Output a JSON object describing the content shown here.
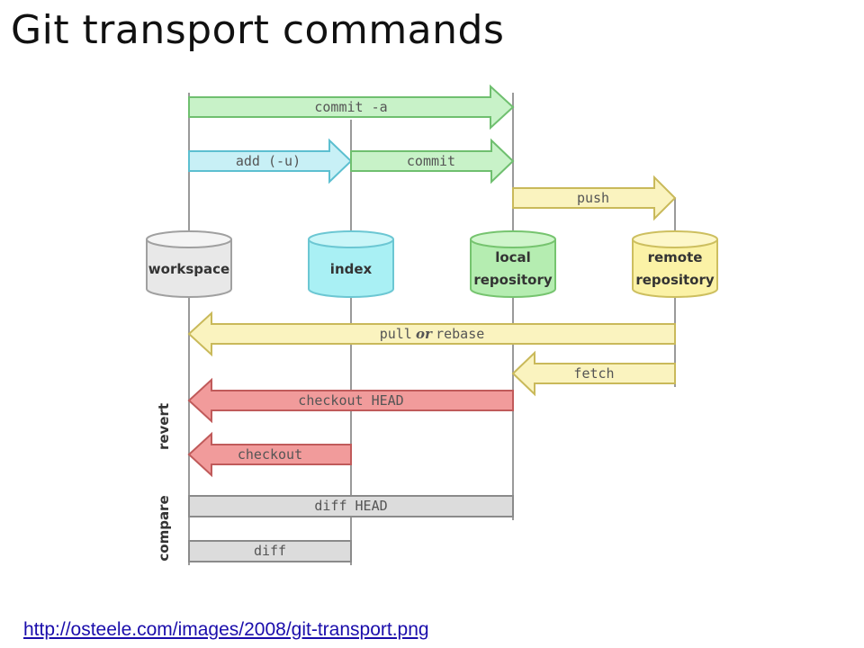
{
  "title": "Git transport commands",
  "link": "http://osteele.com/images/2008/git-transport.png",
  "colors": {
    "green": "#c8f2c8",
    "green_stroke": "#6fbf6f",
    "cyan": "#c8f0f6",
    "cyan_stroke": "#5cbfd0",
    "yellow": "#faf3bf",
    "yellow_stroke": "#c9b95a",
    "red": "#f19b9b",
    "red_stroke": "#c05a5a",
    "gray": "#dcdcdc",
    "gray_stroke": "#8a8a8a"
  },
  "locations": {
    "workspace": {
      "label": "workspace",
      "color": "#e8e8e8"
    },
    "index": {
      "label": "index",
      "color": "#a9f0f4"
    },
    "local": {
      "line1": "local",
      "line2": "repository",
      "color": "#b5edb1"
    },
    "remote": {
      "line1": "remote",
      "line2": "repository",
      "color": "#fbf2a6"
    }
  },
  "commands": {
    "commit_a": "commit -a",
    "add": "add (-u)",
    "commit": "commit",
    "push": "push",
    "pull_part1": "pull",
    "pull_or": "or",
    "pull_part2": "rebase",
    "fetch": "fetch",
    "checkout_head": "checkout HEAD",
    "checkout": "checkout",
    "diff_head": "diff HEAD",
    "diff": "diff"
  },
  "groups": {
    "revert": "revert",
    "compare": "compare"
  }
}
